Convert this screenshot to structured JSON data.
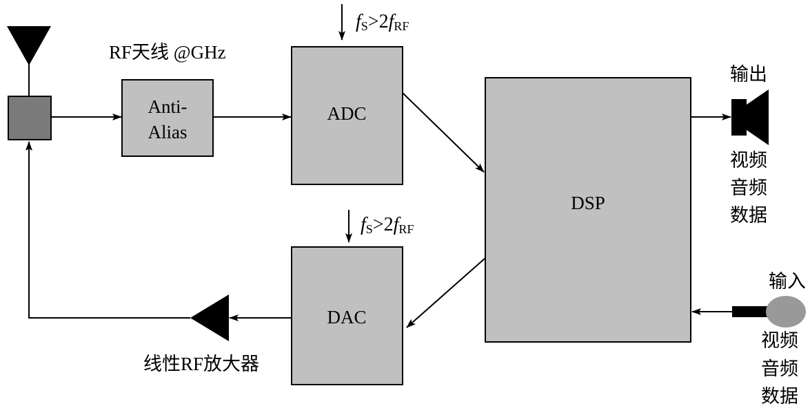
{
  "antenna_label": "RF天线 @GHz",
  "anti_alias": {
    "line1": "Anti-",
    "line2": "Alias"
  },
  "adc": {
    "label": "ADC"
  },
  "dac": {
    "label": "DAC"
  },
  "dsp": {
    "label": "DSP"
  },
  "sampling": {
    "f": "f",
    "sub_s": "S",
    "op": ">2",
    "f2": "f",
    "sub_rf": "RF"
  },
  "amplifier_label": "线性RF放大器",
  "output": {
    "title": "输出",
    "lines": [
      "视频",
      "音频",
      "数据"
    ]
  },
  "input": {
    "title": "输入",
    "lines": [
      "视频",
      "音频",
      "数据"
    ]
  },
  "colors": {
    "block_fill": "#c0c0c0",
    "port_fill": "#7a7a7a",
    "mic_fill": "#999999",
    "ink": "#000000"
  },
  "icons": [
    "antenna-icon",
    "speaker-icon",
    "microphone-icon",
    "amplifier-icon"
  ]
}
